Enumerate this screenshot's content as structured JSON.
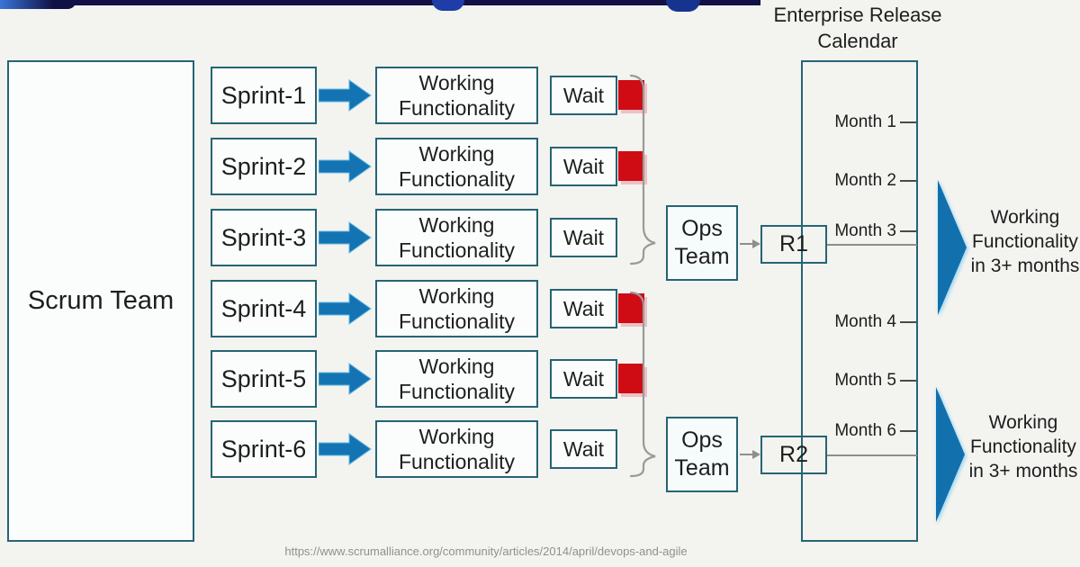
{
  "colors": {
    "node_border": "#266474",
    "flow_arrow_blue": "#1474b3",
    "outcome_arrow_blue": "#1270ad",
    "blocked_red": "#cf0b14",
    "connector_gray": "#8e8e8e",
    "title_strip_navy": "#111145"
  },
  "scrum_team": {
    "label": "Scrum Team"
  },
  "rows": [
    {
      "sprint": "Sprint-1",
      "output": "Working Functionality",
      "wait": "Wait",
      "blocked": true
    },
    {
      "sprint": "Sprint-2",
      "output": "Working Functionality",
      "wait": "Wait",
      "blocked": true
    },
    {
      "sprint": "Sprint-3",
      "output": "Working Functionality",
      "wait": "Wait",
      "blocked": false
    },
    {
      "sprint": "Sprint-4",
      "output": "Working Functionality",
      "wait": "Wait",
      "blocked": true
    },
    {
      "sprint": "Sprint-5",
      "output": "Working Functionality",
      "wait": "Wait",
      "blocked": true
    },
    {
      "sprint": "Sprint-6",
      "output": "Working Functionality",
      "wait": "Wait",
      "blocked": false
    }
  ],
  "ops_teams": [
    {
      "lines": [
        "Ops",
        "Team"
      ]
    },
    {
      "lines": [
        "Ops",
        "Team"
      ]
    }
  ],
  "releases": [
    {
      "label": "R1"
    },
    {
      "label": "R2"
    }
  ],
  "calendar": {
    "title": [
      "Enterprise Release",
      "Calendar"
    ],
    "months": [
      "Month 1",
      "Month 2",
      "Month 3",
      "Month 4",
      "Month 5",
      "Month 6"
    ]
  },
  "outcomes": [
    {
      "lines": [
        "Working",
        "Functionality",
        "in 3+ months"
      ]
    },
    {
      "lines": [
        "Working",
        "Functionality",
        "in 3+ months"
      ]
    }
  ],
  "footer": {
    "source_url": "https://www.scrumalliance.org/community/articles/2014/april/devops-and-agile"
  }
}
